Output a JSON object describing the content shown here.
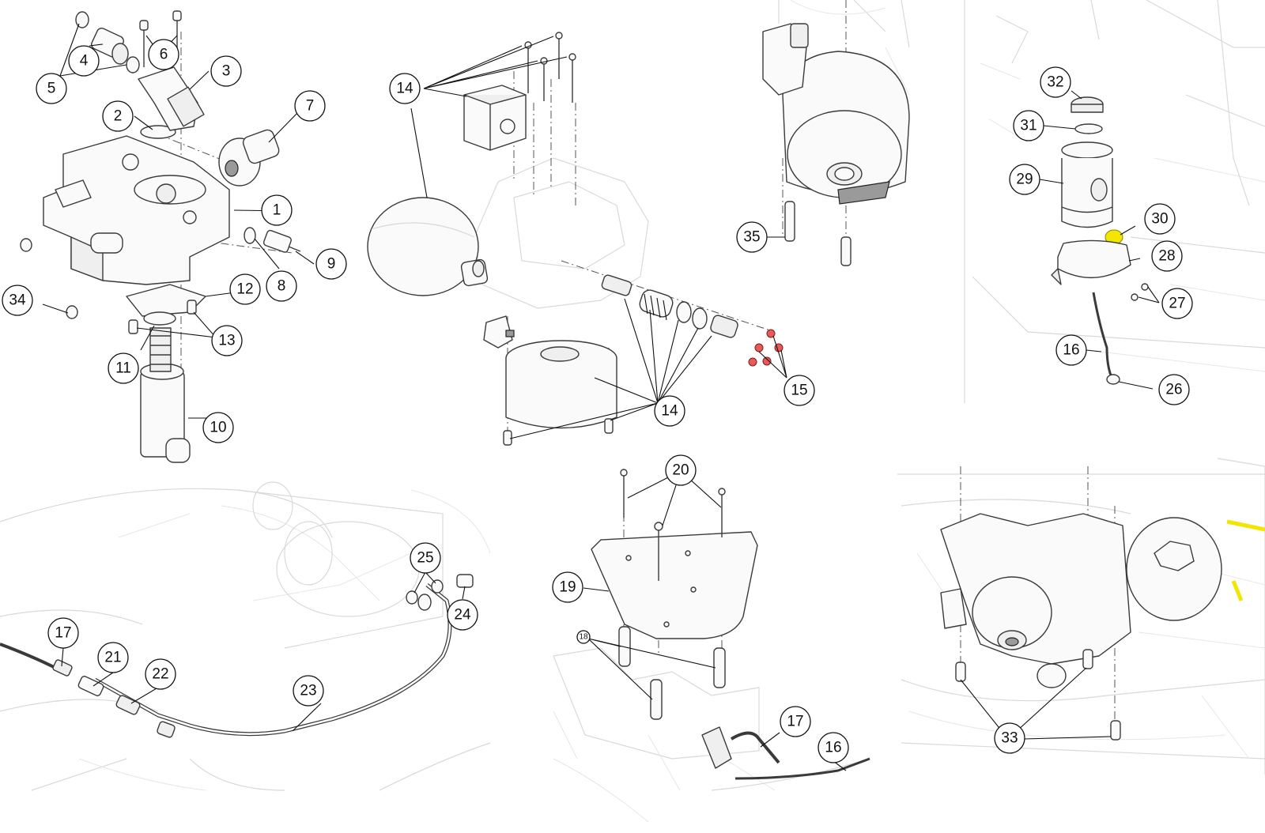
{
  "figure": {
    "highlight_color": "#f2e600",
    "fastener_color": "#e85a5a",
    "line_color": "#111111"
  },
  "callouts": {
    "c1": "1",
    "c2": "2",
    "c3": "3",
    "c4": "4",
    "c5": "5",
    "c6": "6",
    "c7": "7",
    "c8": "8",
    "c9": "9",
    "c10": "10",
    "c11": "11",
    "c12": "12",
    "c13": "13",
    "c14a": "14",
    "c14b": "14",
    "c15": "15",
    "c16a": "16",
    "c16b": "16",
    "c17a": "17",
    "c17b": "17",
    "c18": "18",
    "c19": "19",
    "c20": "20",
    "c21": "21",
    "c22": "22",
    "c23": "23",
    "c24": "24",
    "c25": "25",
    "c26": "26",
    "c27": "27",
    "c28": "28",
    "c29": "29",
    "c30": "30",
    "c31": "31",
    "c32": "32",
    "c33": "33",
    "c34": "34",
    "c35": "35"
  }
}
